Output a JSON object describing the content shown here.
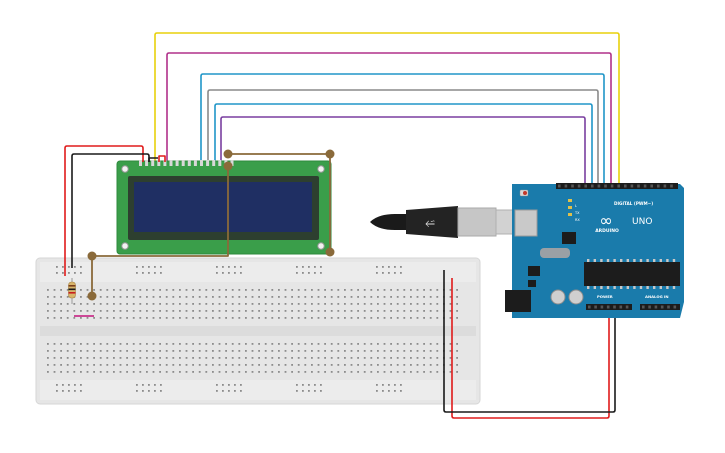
{
  "arduino": {
    "logo": "∞",
    "brand": "ARDUINO",
    "model": "UNO",
    "digital_header": "DIGITAL (PWM~)",
    "power_header": "POWER",
    "analog_header": "ANALOG IN",
    "tx_label": "TX",
    "rx_label": "RX",
    "l_label": "L"
  },
  "colors": {
    "arduino_board": "#1a7bab",
    "lcd_pcb": "#3a9e4a",
    "lcd_screen": "#1f2f63",
    "breadboard": "#e8e8e8",
    "wire_yellow": "#e8d10c",
    "wire_magenta": "#b0308a",
    "wire_cyan": "#2096c8",
    "wire_gray": "#8a8a8a",
    "wire_purple": "#7a3fa0",
    "wire_red": "#e01b1b",
    "wire_black": "#1a1a1a",
    "wire_brown": "#8a6a3a"
  }
}
